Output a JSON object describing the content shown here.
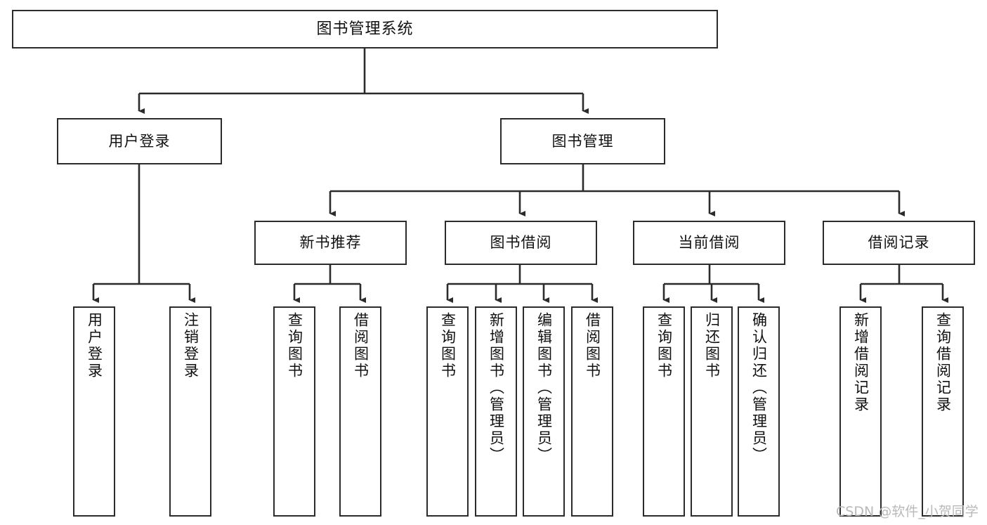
{
  "diagram": {
    "title": "图书管理系统",
    "type": "tree-hierarchy-chart",
    "watermark": "CSDN @软件_小贺同学",
    "colors": {
      "box_stroke": "#2b2b2b",
      "box_fill": "#ffffff",
      "connector": "#2b2b2b",
      "text": "#111111",
      "watermark": "#b9b9b9",
      "background": "#ffffff"
    },
    "root": {
      "label": "图书管理系统"
    },
    "level2": [
      {
        "label": "用户登录"
      },
      {
        "label": "图书管理"
      }
    ],
    "level3": [
      {
        "label": "新书推荐"
      },
      {
        "label": "图书借阅"
      },
      {
        "label": "当前借阅"
      },
      {
        "label": "借阅记录"
      }
    ],
    "leaves": {
      "user_login": [
        {
          "label": "用户登录"
        },
        {
          "label": "注销登录"
        }
      ],
      "new_book_recommend": [
        {
          "label": "查询图书"
        },
        {
          "label": "借阅图书"
        }
      ],
      "book_borrow": [
        {
          "label": "查询图书"
        },
        {
          "label": "新增图书（管理员）"
        },
        {
          "label": "编辑图书（管理员）"
        },
        {
          "label": "借阅图书"
        }
      ],
      "current_borrow": [
        {
          "label": "查询图书"
        },
        {
          "label": "归还图书"
        },
        {
          "label": "确认归还（管理员）"
        }
      ],
      "borrow_record": [
        {
          "label": "新增借阅记录"
        },
        {
          "label": "查询借阅记录"
        }
      ]
    }
  }
}
